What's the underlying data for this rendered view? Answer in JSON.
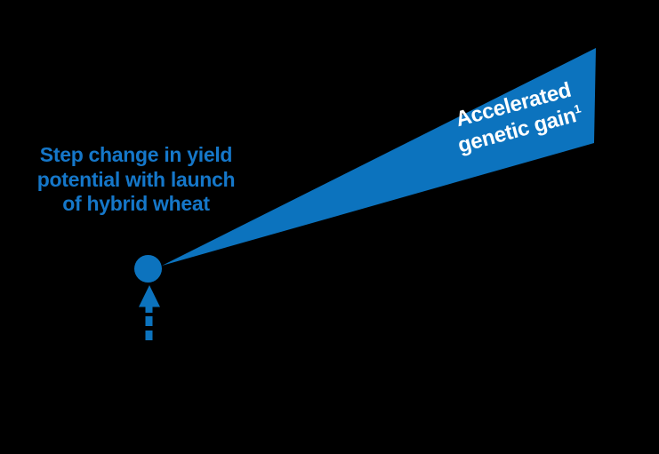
{
  "colors": {
    "background": "#000000",
    "brand_blue": "#0C73BE",
    "caption_blue": "#1577C9",
    "label_white": "#FFFFFF"
  },
  "caption": {
    "lines": [
      "Step change in yield",
      "potential with launch",
      "of hybrid wheat"
    ]
  },
  "wedge_label": {
    "line1": "Accelerated",
    "line2": "genetic gain",
    "superscript": "1"
  },
  "icons": {
    "launch_dot": "circle-marker-icon",
    "up_arrow": "dashed-up-arrow-icon"
  }
}
